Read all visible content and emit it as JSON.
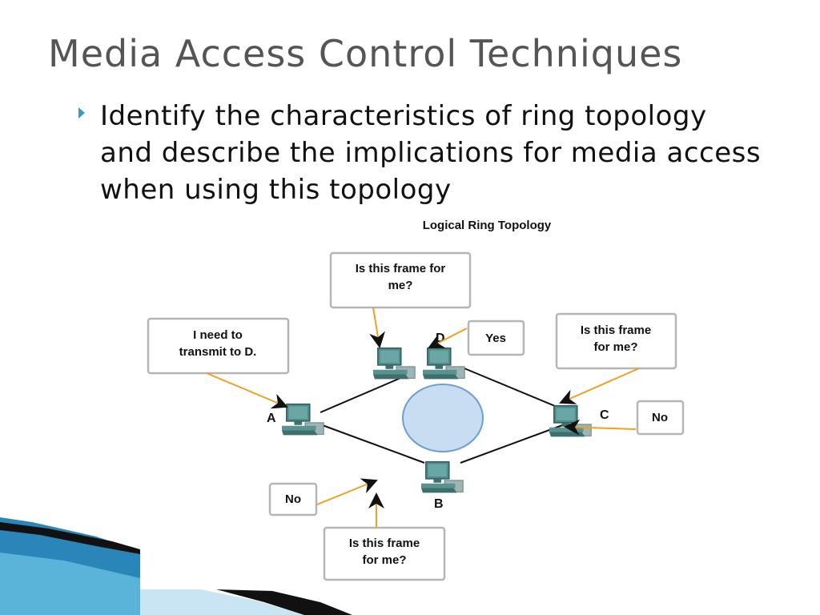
{
  "slide": {
    "title": "Media Access Control Techniques",
    "bullet": "Identify the characteristics of ring topology and describe the implications for media access when using this topology"
  },
  "diagram": {
    "title": "Logical Ring Topology",
    "nodes": {
      "a": "A",
      "b": "B",
      "c": "C",
      "d": "D"
    },
    "callouts": {
      "a_need": [
        "I need to",
        "transmit to D."
      ],
      "d_question": [
        "Is this frame for",
        "me?"
      ],
      "d_yes": "Yes",
      "c_question": [
        "Is this frame",
        "for me?"
      ],
      "c_no": "No",
      "b_no": "No",
      "b_question": [
        "Is this frame",
        "for me?"
      ]
    },
    "colors": {
      "arrow": "#f0a020",
      "ring": "#c9ddf2",
      "ring_stroke": "#6a9fd0",
      "computer": "#4f8c8c",
      "accent": "#1e8fbf"
    }
  }
}
